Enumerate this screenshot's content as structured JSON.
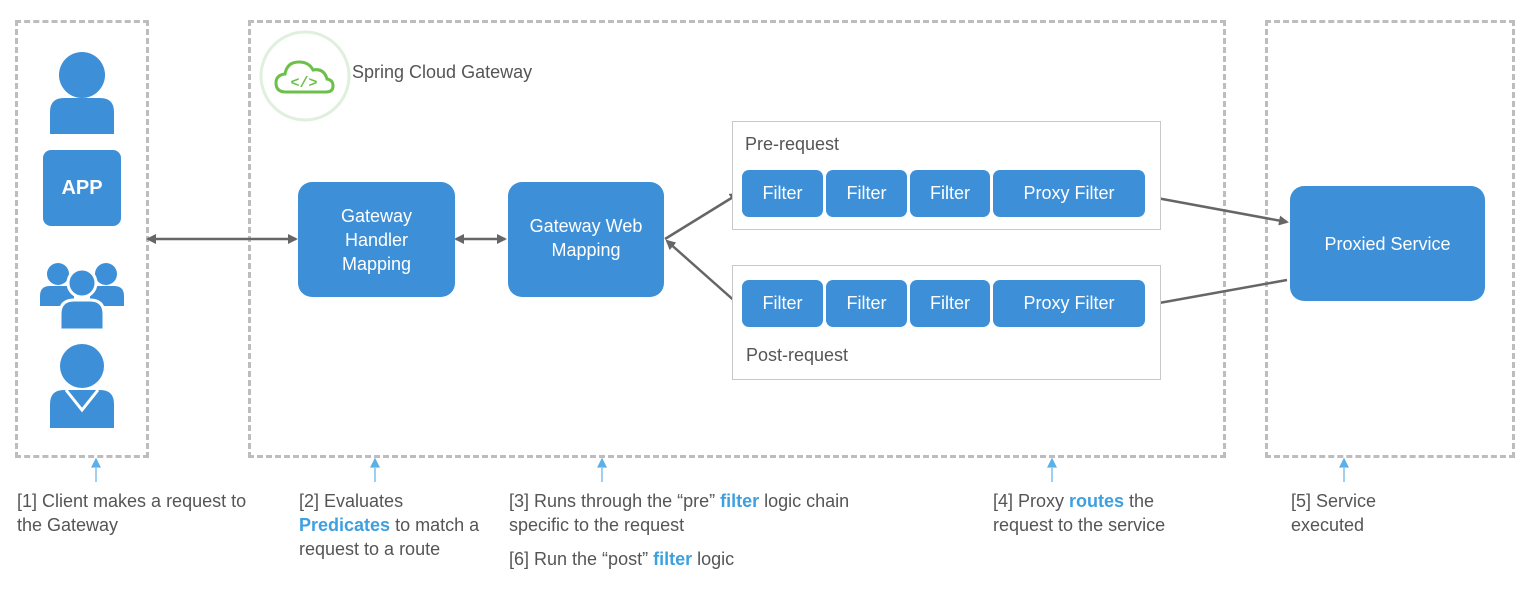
{
  "client": {
    "app_label": "APP"
  },
  "gateway": {
    "title": "Spring Cloud Gateway"
  },
  "boxes": {
    "handler_mapping": "Gateway Handler Mapping",
    "web_mapping": "Gateway Web Mapping",
    "proxied_service": "Proxied Service"
  },
  "pre_request": {
    "label": "Pre-request",
    "filters": [
      "Filter",
      "Filter",
      "Filter",
      "Proxy Filter"
    ]
  },
  "post_request": {
    "label": "Post-request",
    "filters": [
      "Filter",
      "Filter",
      "Filter",
      "Proxy Filter"
    ]
  },
  "captions": {
    "c1": {
      "text": "[1] Client makes a request to the Gateway"
    },
    "c2": {
      "pre": "[2] Evaluates ",
      "hl": "Predicates",
      "post": " to match a request to a route"
    },
    "c3": {
      "pre": "[3] Runs through the “pre” ",
      "hl": "filter",
      "post": " logic chain specific to the request"
    },
    "c6": {
      "pre": "[6] Run the “post” ",
      "hl": "filter",
      "post": " logic"
    },
    "c4": {
      "pre": "[4] Proxy ",
      "hl": "routes",
      "post": " the request to the service"
    },
    "c5": {
      "text": "[5] Service executed"
    }
  },
  "colors": {
    "accent": "#3d8fd8",
    "highlight": "#3da0e0",
    "dashed": "#bdbdbd",
    "arrow": "#666666",
    "logo": "#6cc04a"
  }
}
